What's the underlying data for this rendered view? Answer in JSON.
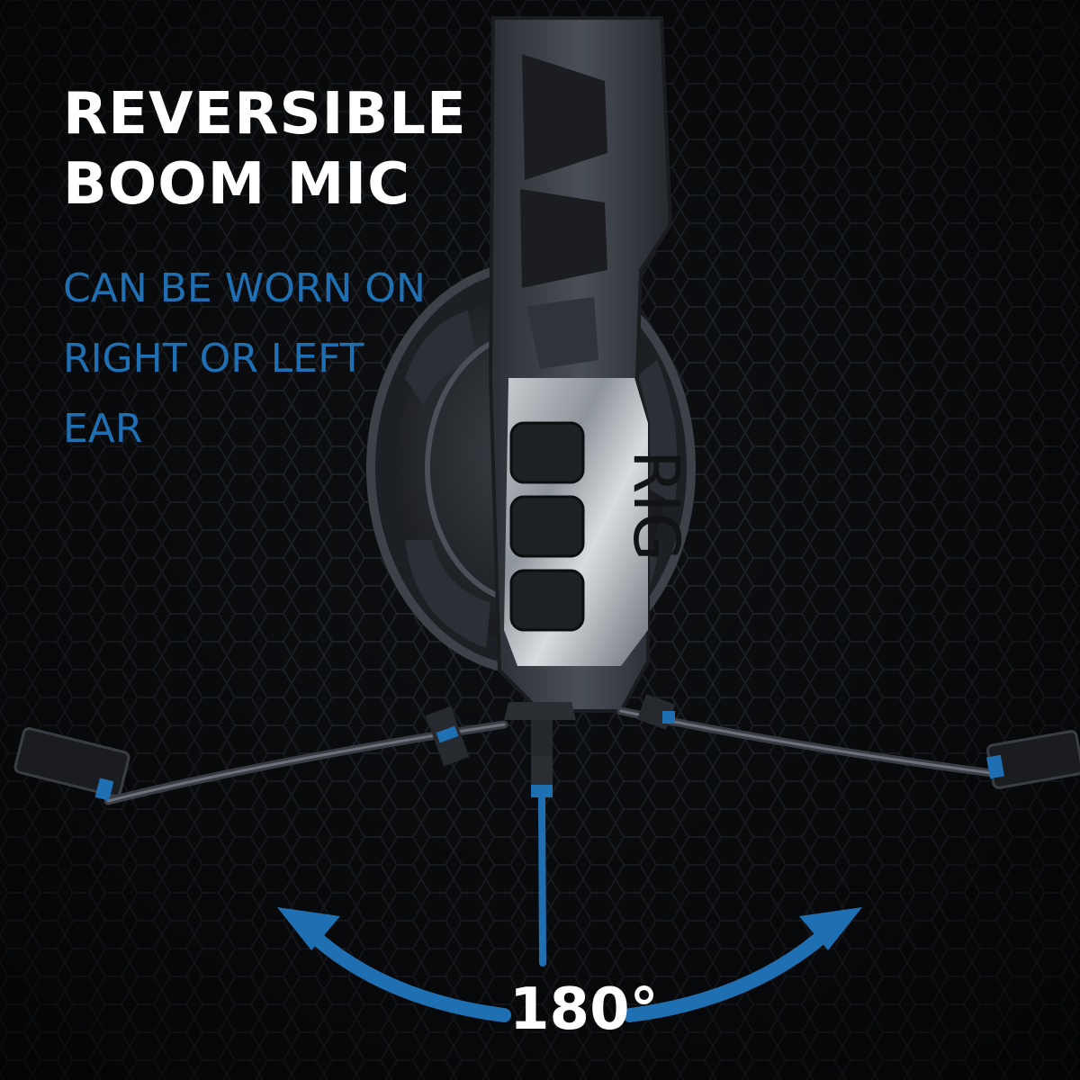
{
  "headline": {
    "line1": "REVERSIBLE",
    "line2": "BOOM MIC"
  },
  "subline": {
    "line1": "CAN BE WORN ON",
    "line2": "RIGHT OR LEFT",
    "line3": "EAR"
  },
  "headset": {
    "brand_logo": "RIG"
  },
  "rotation_label": "180°",
  "colors": {
    "accent_blue": "#1f6fb3",
    "text_white": "#ffffff",
    "background": "#0b0d10"
  }
}
